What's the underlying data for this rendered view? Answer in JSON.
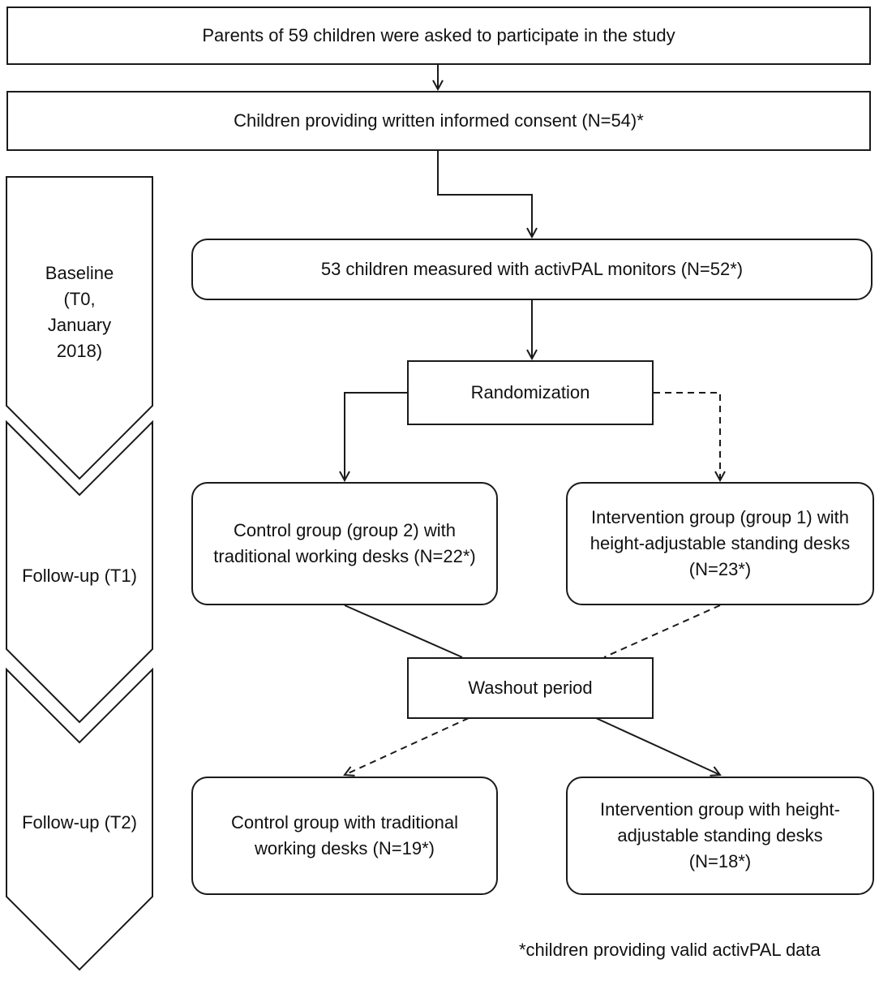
{
  "boxes": {
    "invited": "Parents of 59 children were asked to participate in the study",
    "consent": "Children providing written informed consent (N=54)*",
    "measured": "53 children measured with activPAL monitors (N=52*)",
    "randomization": "Randomization",
    "control_t1": "Control group (group 2) with traditional working desks (N=22*)",
    "intervention_t1": "Intervention group (group 1) with height-adjustable standing desks (N=23*)",
    "washout": "Washout period",
    "control_t2": "Control group with traditional working desks (N=19*)",
    "intervention_t2": "Intervention group with height-adjustable standing desks (N=18*)"
  },
  "phases": {
    "baseline": "Baseline (T0, January 2018)",
    "follow_up_t1": "Follow-up (T1)",
    "follow_up_t2": "Follow-up (T2)"
  },
  "footnote": "*children providing valid activPAL data",
  "colors": {
    "stroke": "#1a1a1a",
    "background": "#ffffff"
  }
}
